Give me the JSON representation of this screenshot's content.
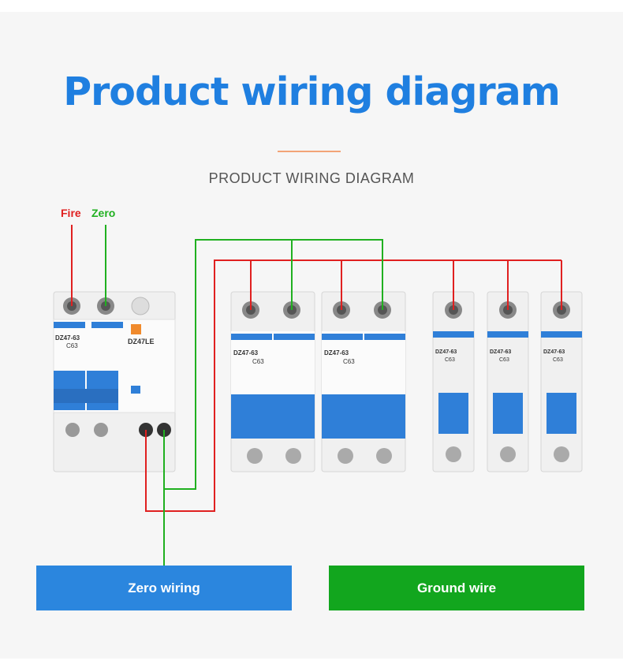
{
  "title": "Product wiring diagram",
  "subtitle": "PRODUCT WIRING DIAGRAM",
  "labels": {
    "fire": "Fire",
    "zero": "Zero"
  },
  "rcbo": {
    "model": "DZ47-63",
    "rating": "C63",
    "le_model": "DZ47LE"
  },
  "breakers": [
    {
      "model": "DZ47-63",
      "rating": "C63"
    },
    {
      "model": "DZ47-63",
      "rating": "C63"
    },
    {
      "model": "DZ47-63",
      "rating": "C63"
    },
    {
      "model": "DZ47-63",
      "rating": "C63"
    },
    {
      "model": "DZ47-63",
      "rating": "C63"
    }
  ],
  "legend": {
    "zero_wiring": "Zero wiring",
    "ground_wire": "Ground wire"
  },
  "colors": {
    "fire": "#e02020",
    "zero": "#20b020",
    "title": "#1f7fe0",
    "breaker_blue": "#2f7fd8"
  }
}
